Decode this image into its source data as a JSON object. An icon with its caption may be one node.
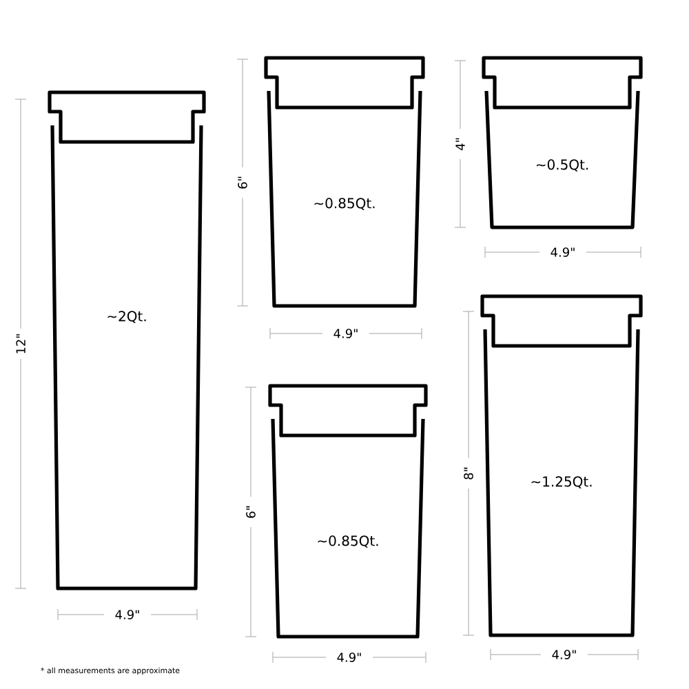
{
  "diagram": {
    "nodes": [
      {
        "text": [
          "~2Qt."
        ]
      },
      {
        "text": [
          "~0.85Qt."
        ]
      },
      {
        "text": [
          "~0.5Qt."
        ]
      },
      {
        "text": [
          "~0.85Qt."
        ]
      },
      {
        "text": [
          "~1.25Qt."
        ]
      }
    ],
    "labels": [
      "6\"",
      "4\"",
      "4.9\"",
      "12\"",
      "4.9\"",
      "8\"",
      "6\"",
      "4.9\"",
      "4.9\"",
      "4.9\"",
      "* all measurements are approximate"
    ]
  }
}
